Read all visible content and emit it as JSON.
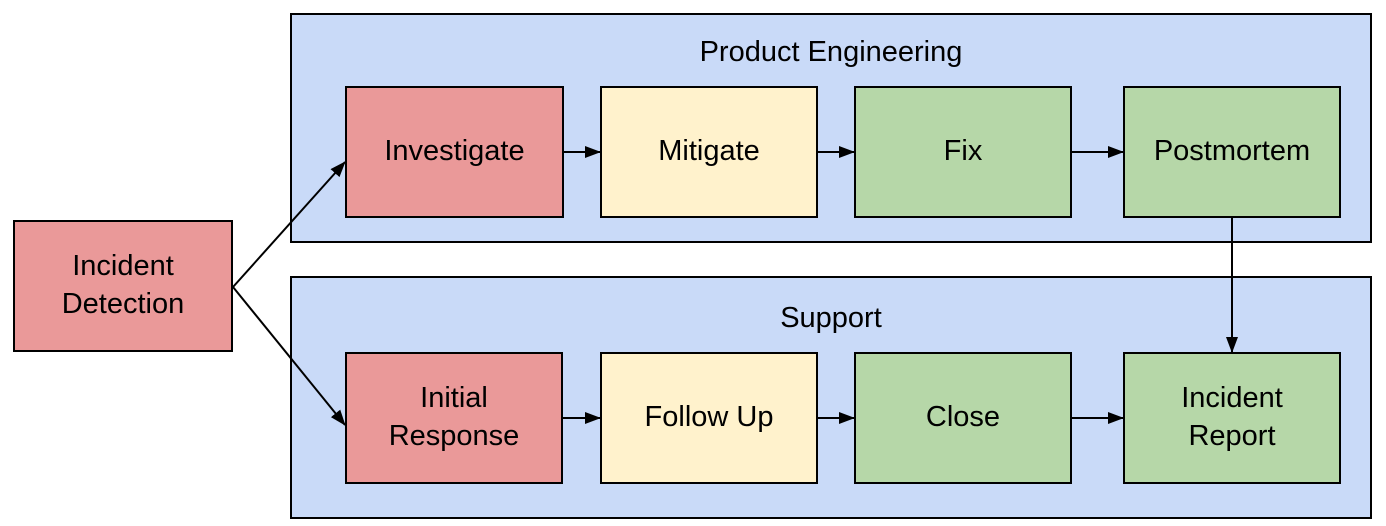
{
  "diagram": {
    "type": "flowchart",
    "colors": {
      "node-red": "#EA9999",
      "node-yellow": "#FFF2CC",
      "node-green": "#B6D7A8",
      "lane-blue": "#C9DAF8",
      "border": "#000000",
      "text": "#000000",
      "arrow": "#000000"
    },
    "start_node": {
      "label": "Incident Detection",
      "color": "red"
    },
    "lanes": [
      {
        "title": "Product Engineering",
        "nodes": [
          {
            "label": "Investigate",
            "color": "red"
          },
          {
            "label": "Mitigate",
            "color": "yellow"
          },
          {
            "label": "Fix",
            "color": "green"
          },
          {
            "label": "Postmortem",
            "color": "green"
          }
        ]
      },
      {
        "title": "Support",
        "nodes": [
          {
            "label": "Initial Response",
            "color": "red"
          },
          {
            "label": "Follow Up",
            "color": "yellow"
          },
          {
            "label": "Close",
            "color": "green"
          },
          {
            "label": "Incident Report",
            "color": "green"
          }
        ]
      }
    ],
    "connections": [
      {
        "from": "Incident Detection",
        "to": "Investigate"
      },
      {
        "from": "Incident Detection",
        "to": "Initial Response"
      },
      {
        "from": "Investigate",
        "to": "Mitigate"
      },
      {
        "from": "Mitigate",
        "to": "Fix"
      },
      {
        "from": "Fix",
        "to": "Postmortem"
      },
      {
        "from": "Postmortem",
        "to": "Incident Report"
      },
      {
        "from": "Initial Response",
        "to": "Follow Up"
      },
      {
        "from": "Follow Up",
        "to": "Close"
      },
      {
        "from": "Close",
        "to": "Incident Report"
      }
    ]
  }
}
